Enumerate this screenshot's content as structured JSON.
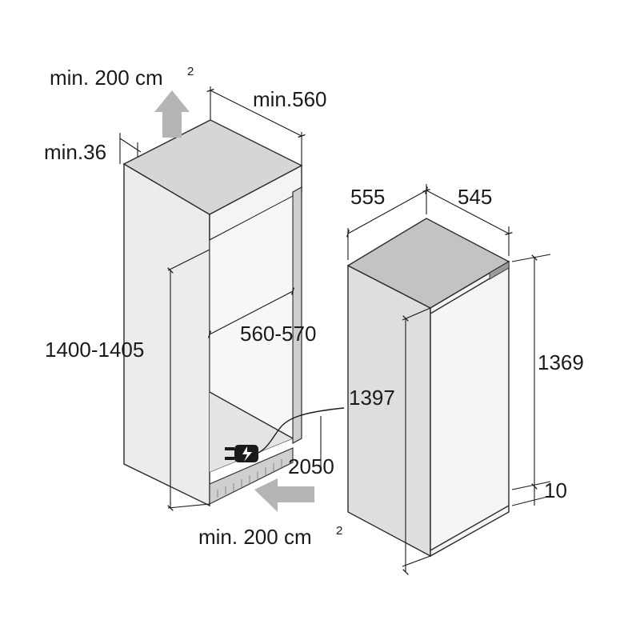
{
  "labels": {
    "vent_top": "min. 200 cm",
    "vent_top_sup": "2",
    "vent_bottom": "min. 200 cm",
    "vent_bottom_sup": "2",
    "niche_depth": "min.560",
    "gap_top": "min.36",
    "niche_height": "1400-1405",
    "niche_width": "560-570",
    "cable_length": "2050",
    "appliance_width": "555",
    "appliance_depth": "545",
    "appliance_height": "1369",
    "door_height": "1397",
    "bottom_offset": "10"
  },
  "colors": {
    "outline": "#2b2b2b",
    "fill_light": "#f1f1f1",
    "fill_mid": "#dcdcdc",
    "fill_dark": "#bfbfbf",
    "arrow": "#b5b5b5"
  }
}
